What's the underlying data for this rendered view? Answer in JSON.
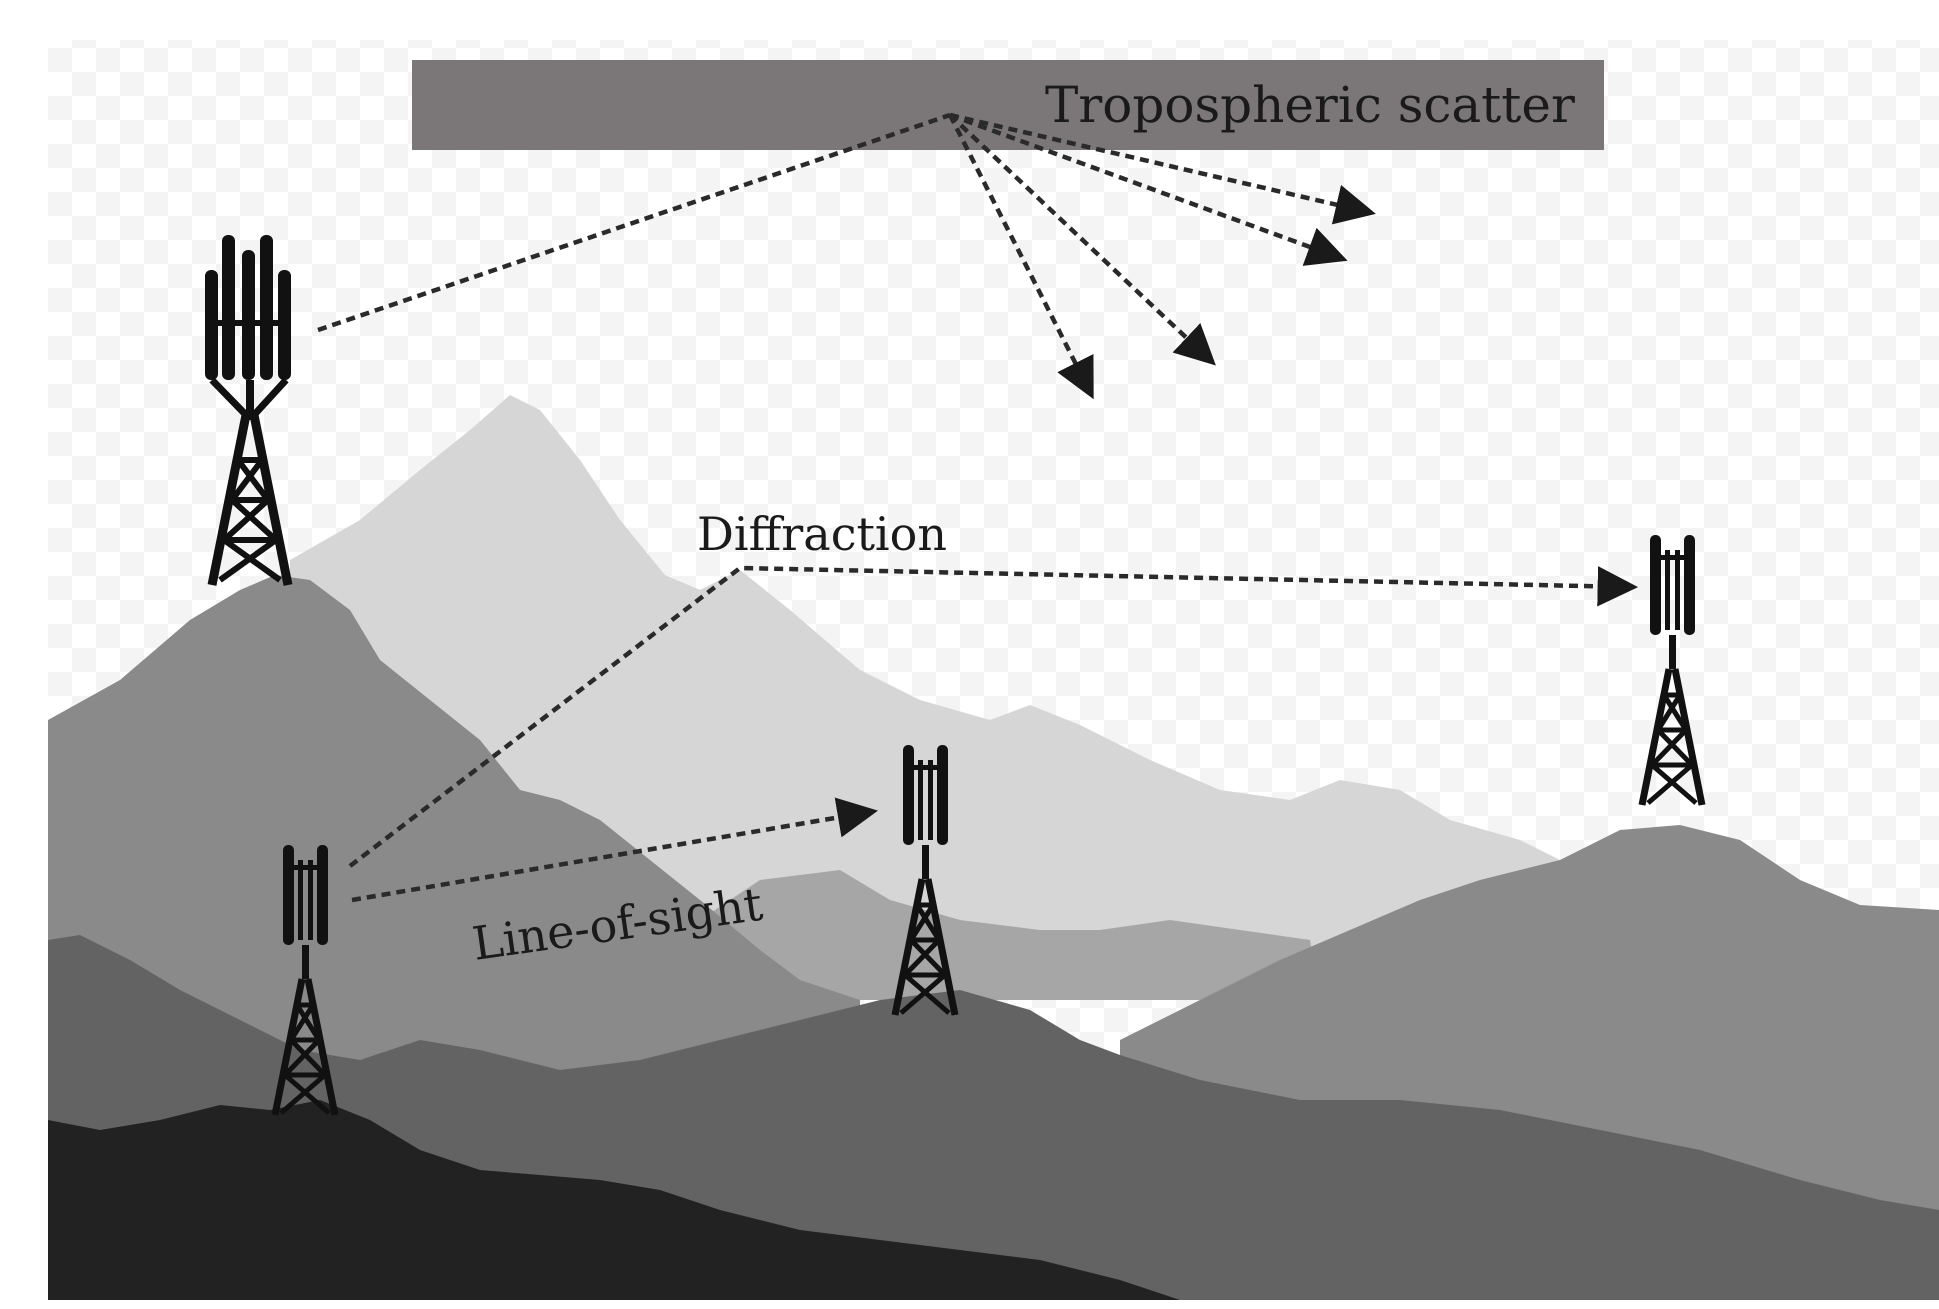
{
  "labels": {
    "troposcatter": "Tropospheric scatter",
    "diffraction": "Diffraction",
    "line_of_sight": "Line-of-sight"
  },
  "colors": {
    "scatter_band": "#7b7778",
    "mountain_far": "#d6d6d6",
    "mountain_mid_light": "#a6a6a6",
    "mountain_mid": "#8a8a8a",
    "mountain_near": "#636363",
    "mountain_front": "#222222",
    "tower": "#111111",
    "dashed_path": "#2a2a2a"
  },
  "icons": {
    "towers": [
      "cell-tower-icon",
      "cell-tower-icon",
      "cell-tower-icon",
      "cell-tower-icon"
    ]
  }
}
